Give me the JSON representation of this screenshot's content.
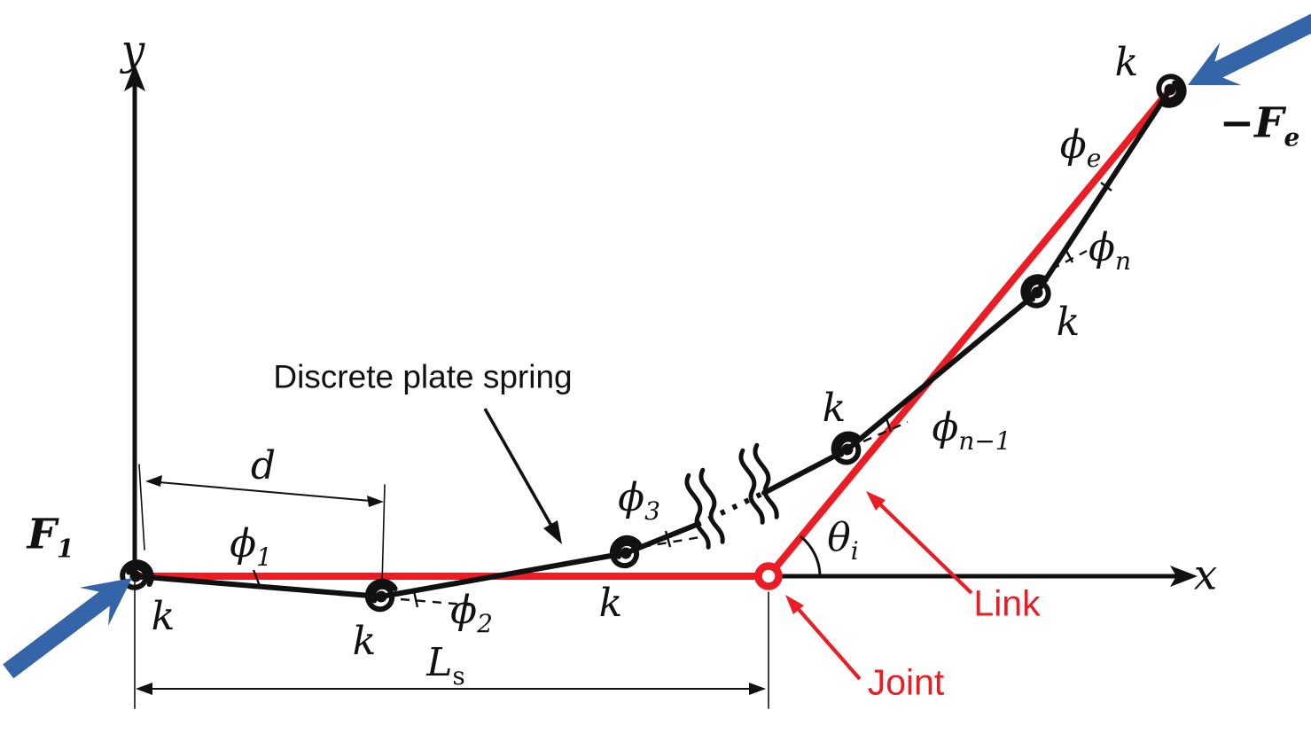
{
  "axes": {
    "x_label": "x",
    "y_label": "y"
  },
  "forces": {
    "f1": {
      "main": "F",
      "sub": "1"
    },
    "fe": {
      "main": "−F",
      "sub": "e"
    }
  },
  "springs": {
    "k": "k"
  },
  "angles": {
    "phi1": {
      "main": "ϕ",
      "sub": "1"
    },
    "phi2": {
      "main": "ϕ",
      "sub": "2"
    },
    "phi3": {
      "main": "ϕ",
      "sub": "3"
    },
    "phin_minus_1": {
      "main": "ϕ",
      "sub": "n−1"
    },
    "phin": {
      "main": "ϕ",
      "sub": "n"
    },
    "phie": {
      "main": "ϕ",
      "sub": "e"
    },
    "theta": {
      "main": "θ",
      "sub": "i"
    }
  },
  "dimensions": {
    "d": "d",
    "ls": {
      "main": "L",
      "sub": "s"
    }
  },
  "annotations": {
    "plate_spring": "Discrete plate spring",
    "link": "Link",
    "joint": "Joint"
  },
  "colors": {
    "accent_red": "#ec1c24",
    "force_blue": "#3465a8",
    "ink": "#111111"
  }
}
